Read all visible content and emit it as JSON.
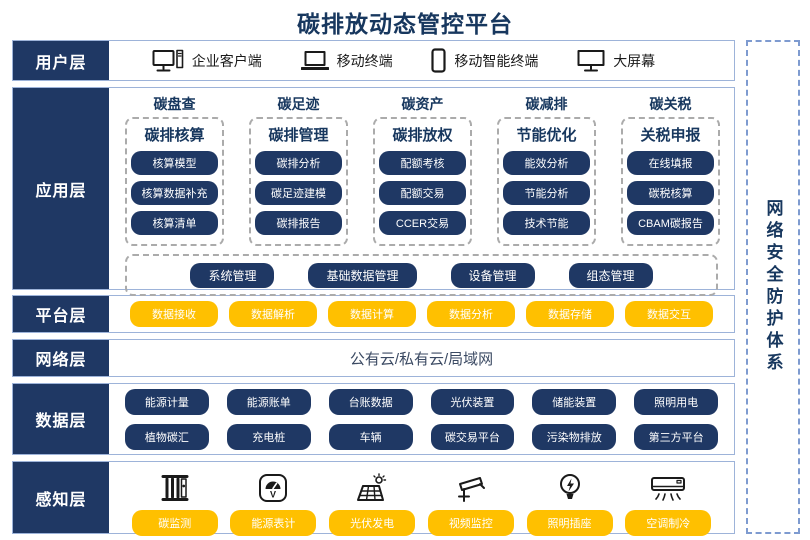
{
  "title": "碳排放动态管控平台",
  "security_sidebar": {
    "label": "网络安全防护体系"
  },
  "layers": {
    "user": {
      "label": "用户层",
      "items": [
        {
          "icon": "desktop-client-icon",
          "label": "企业客户端"
        },
        {
          "icon": "laptop-icon",
          "label": "移动终端"
        },
        {
          "icon": "smartphone-icon",
          "label": "移动智能终端"
        },
        {
          "icon": "big-screen-icon",
          "label": "大屏幕"
        }
      ]
    },
    "app": {
      "label": "应用层",
      "columns": [
        {
          "header": "碳盘查",
          "subtitle": "碳排核算",
          "items": [
            "核算模型",
            "核算数据补充",
            "核算清单"
          ]
        },
        {
          "header": "碳足迹",
          "subtitle": "碳排管理",
          "items": [
            "碳排分析",
            "碳足迹建模",
            "碳排报告"
          ]
        },
        {
          "header": "碳资产",
          "subtitle": "碳排放权",
          "items": [
            "配额考核",
            "配额交易",
            "CCER交易"
          ]
        },
        {
          "header": "碳减排",
          "subtitle": "节能优化",
          "items": [
            "能效分析",
            "节能分析",
            "技术节能"
          ]
        },
        {
          "header": "碳关税",
          "subtitle": "关税申报",
          "items": [
            "在线填报",
            "碳税核算",
            "CBAM碳报告"
          ]
        }
      ],
      "common_modules": [
        "系统管理",
        "基础数据管理",
        "设备管理",
        "组态管理"
      ]
    },
    "platform": {
      "label": "平台层",
      "items": [
        "数据接收",
        "数据解析",
        "数据计算",
        "数据分析",
        "数据存储",
        "数据交互"
      ]
    },
    "network": {
      "label": "网络层",
      "content": "公有云/私有云/局域网"
    },
    "data": {
      "label": "数据层",
      "rows": [
        [
          "能源计量",
          "能源账单",
          "台账数据",
          "光伏装置",
          "储能装置",
          "照明用电"
        ],
        [
          "植物碳汇",
          "充电桩",
          "车辆",
          "碳交易平台",
          "污染物排放",
          "第三方平台"
        ]
      ]
    },
    "perception": {
      "label": "感知层",
      "items": [
        {
          "icon": "carbon-monitor-icon",
          "label": "碳监测"
        },
        {
          "icon": "energy-meter-icon",
          "label": "能源表计"
        },
        {
          "icon": "solar-power-icon",
          "label": "光伏发电"
        },
        {
          "icon": "cctv-camera-icon",
          "label": "视频监控"
        },
        {
          "icon": "light-socket-icon",
          "label": "照明插座"
        },
        {
          "icon": "air-conditioner-icon",
          "label": "空调制冷"
        }
      ]
    }
  },
  "colors": {
    "navy": "#1F3864",
    "yellow": "#FFC000",
    "title_navy": "#17375E",
    "section_border": "#9DB3D9",
    "dashed_gray": "#ABABAB",
    "sidebar_dash_blue": "#7E9BD0"
  }
}
